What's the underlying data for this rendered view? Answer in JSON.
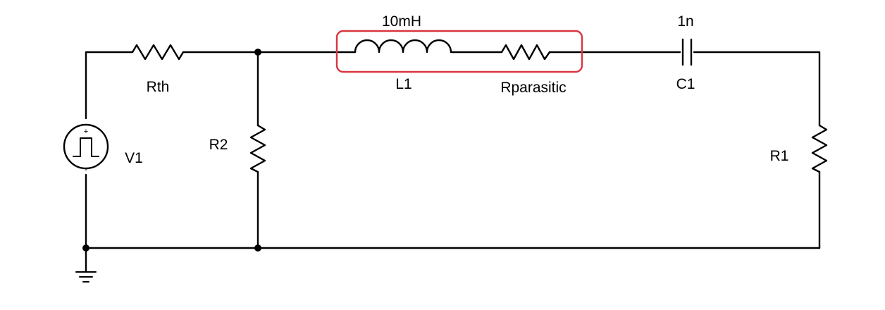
{
  "components": {
    "source": {
      "name": "V1",
      "plus": "+",
      "minus": "-"
    },
    "rth": {
      "name": "Rth"
    },
    "r2": {
      "name": "R2"
    },
    "l1": {
      "name": "L1",
      "value": "10mH"
    },
    "rparasitic": {
      "name": "Rparasitic"
    },
    "c1": {
      "name": "C1",
      "value": "1n"
    },
    "r1": {
      "name": "R1"
    }
  },
  "colors": {
    "wire": "#000000",
    "highlight": "#d9363e"
  },
  "icons": {
    "source": "pulse-source-icon",
    "ground": "ground-icon"
  }
}
